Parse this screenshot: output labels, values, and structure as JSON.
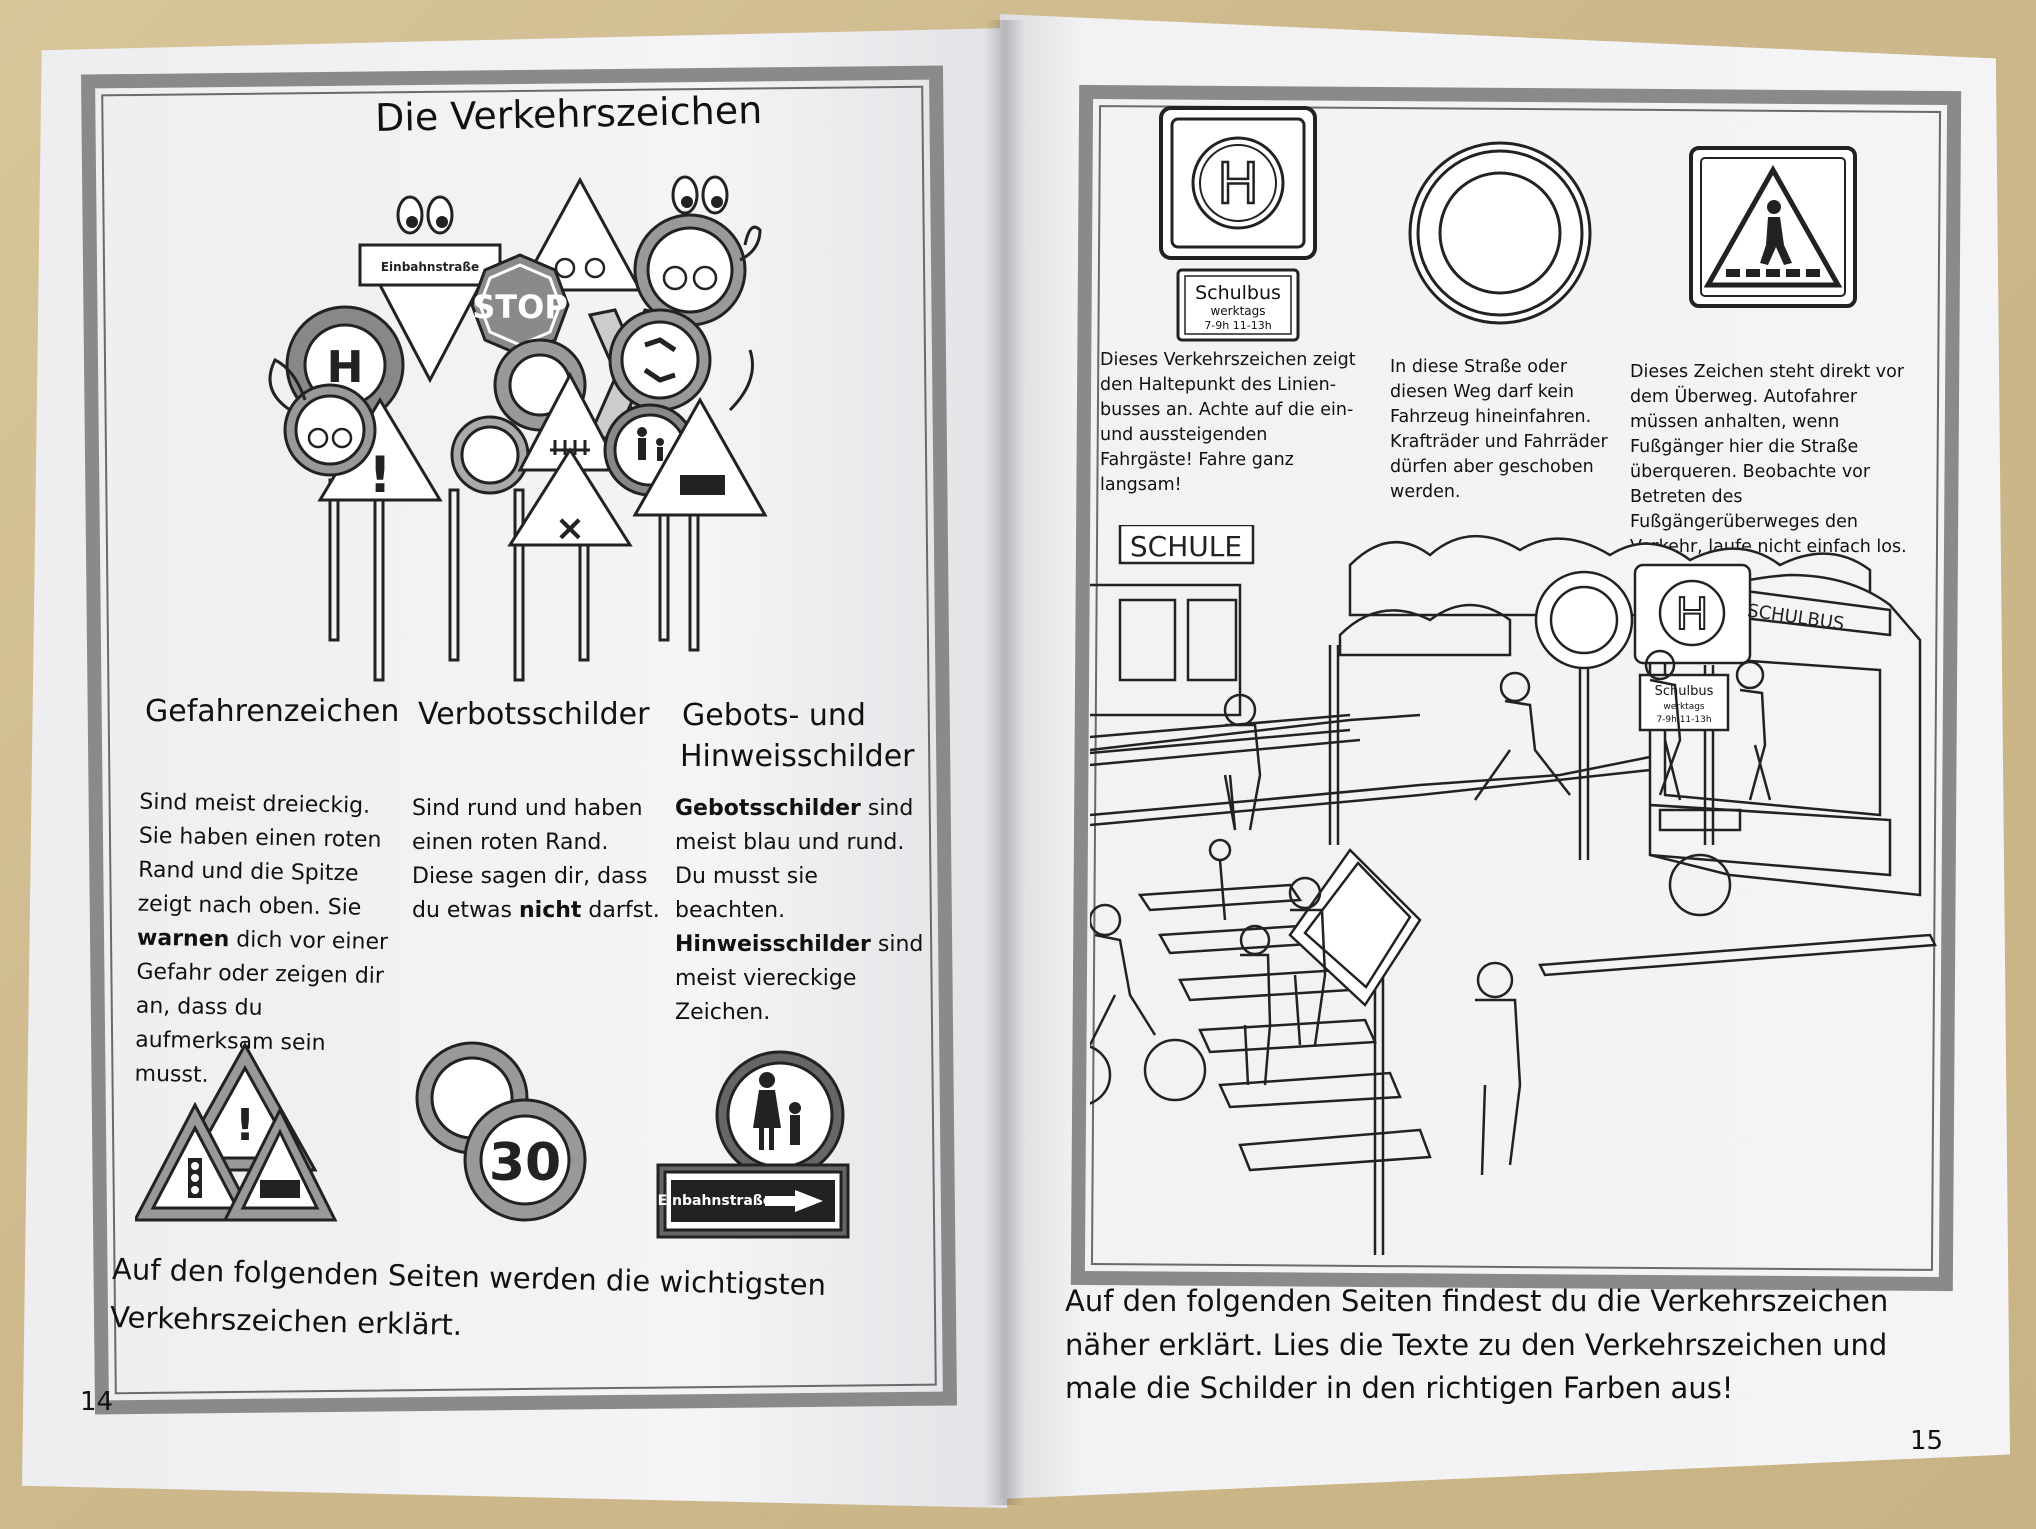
{
  "left_page": {
    "title": "Die Verkehrszeichen",
    "illustration_labels": {
      "one_way": "Einbahnstraße",
      "stop": "STOP",
      "bus_stop": "H"
    },
    "columns": [
      {
        "heading": "Gefahrenzeichen",
        "text_parts": [
          "Sind meist dreieckig. Sie haben einen roten Rand und die Spitze zeigt nach oben. Sie ",
          "warnen",
          " dich vor einer Gefahr oder zeigen dir an, dass du aufmerksam sein musst."
        ]
      },
      {
        "heading": "Verbotsschilder",
        "text_parts": [
          "Sind rund und haben einen roten Rand. Diese sagen dir, dass du etwas ",
          "nicht",
          " darfst."
        ]
      },
      {
        "heading_line1": "Gebots- und",
        "heading_line2": "Hinweisschilder",
        "text_parts": [
          "Gebotsschilder",
          " sind meist blau und rund. Du musst sie beachten. ",
          "Hinweisschilder",
          " sind meist viereckige Zeichen."
        ]
      }
    ],
    "examples": {
      "speed_limit": "30",
      "one_way": "Einbahnstraße"
    },
    "footer_line1": "Auf den folgenden Seiten werden die wichtigsten",
    "footer_line2": "Verkehrszeichen erklärt.",
    "page_number": "14"
  },
  "right_page": {
    "signs": [
      {
        "symbol": "H",
        "plate_title": "Schulbus",
        "plate_sub": "werktags",
        "plate_times": "7-9h   11-13h",
        "description": "Dieses Verkehrszeichen zeigt den Haltepunkt des Linien-busses an. Achte auf die ein-und aussteigenden Fahrgäste! Fahre ganz langsam!"
      },
      {
        "description": "In diese Straße oder diesen Weg darf kein Fahrzeug hineinfahren. Krafträder und Fahrräder dürfen aber geschoben werden."
      },
      {
        "description": "Dieses Zeichen steht direkt vor dem Überweg. Autofahrer müssen anhalten, wenn Fußgänger hier die Straße überqueren. Beobachte vor Betreten des Fußgängerüberweges den Verkehr, laufe nicht einfach los."
      }
    ],
    "scene_labels": {
      "school": "SCHULE",
      "bus": "SCHULBUS",
      "plate_title": "Schulbus",
      "plate_sub": "werktags",
      "plate_times": "7-9h  11-13h",
      "bus_stop": "H"
    },
    "footer_line1": "Auf den folgenden Seiten findest du die Verkehrszeichen",
    "footer_line2": "näher erklärt. Lies die Texte zu den Verkehrszeichen und",
    "footer_line3": "male die Schilder in den richtigen Farben aus!",
    "page_number": "15"
  }
}
